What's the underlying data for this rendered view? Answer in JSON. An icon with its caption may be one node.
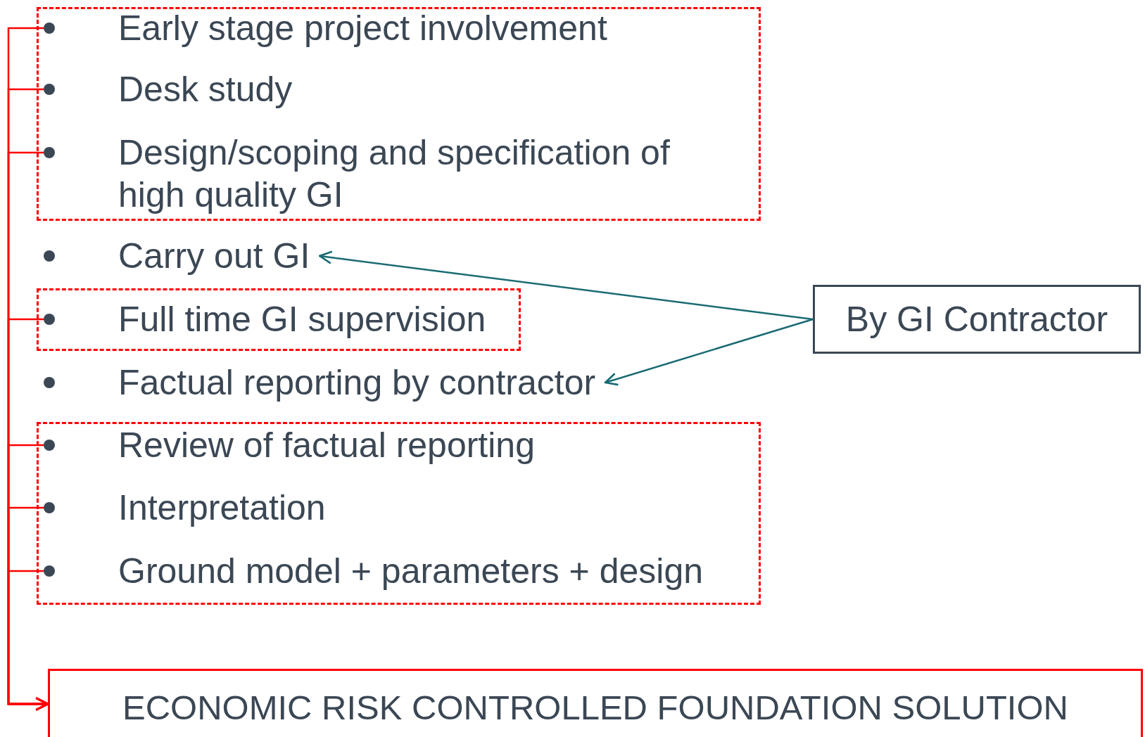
{
  "diagram": {
    "nodes": [
      {
        "text": [],
        "shape": "box"
      },
      {
        "text": [
          "Early stage project involvement"
        ],
        "in": 0
      },
      {
        "text": [
          "Desk study"
        ],
        "in": 0
      },
      {
        "text": [
          "Design/scoping and specification of high quality GI"
        ],
        "in": 0
      },
      {
        "text": [
          "Carry out GI"
        ]
      },
      {
        "text": [],
        "shape": "box"
      },
      {
        "text": [
          "Full time GI supervision"
        ],
        "in": 5
      },
      {
        "text": [
          "Factual reporting by contractor"
        ]
      },
      {
        "text": [],
        "shape": "box"
      },
      {
        "text": [
          "Review of factual reporting"
        ],
        "in": 8
      },
      {
        "text": [
          "Interpretation"
        ],
        "in": 8
      },
      {
        "text": [
          "Ground model + parameters + design"
        ],
        "in": 8
      },
      {
        "text": [
          "By GI Contractor"
        ]
      },
      {
        "text": [
          "ECONOMIC RISK CONTROLLED FOUNDATION SOLUTION"
        ]
      }
    ],
    "edges": [
      {
        "from": 1,
        "to": 13,
        "arrow": "to",
        "color": "#ff0000"
      },
      {
        "from": 2,
        "to": 13,
        "arrow": "to",
        "color": "#ff0000"
      },
      {
        "from": 3,
        "to": 13,
        "arrow": "to",
        "color": "#ff0000"
      },
      {
        "from": 6,
        "to": 13,
        "arrow": "to",
        "color": "#ff0000"
      },
      {
        "from": 9,
        "to": 13,
        "arrow": "to",
        "color": "#ff0000"
      },
      {
        "from": 10,
        "to": 13,
        "arrow": "to",
        "color": "#ff0000"
      },
      {
        "from": 11,
        "to": 13,
        "arrow": "to",
        "color": "#ff0000"
      },
      {
        "from": 12,
        "to": 4,
        "arrow": "to",
        "color": "#1a6b73"
      },
      {
        "from": 12,
        "to": 7,
        "arrow": "to",
        "color": "#1a6b73"
      }
    ]
  }
}
